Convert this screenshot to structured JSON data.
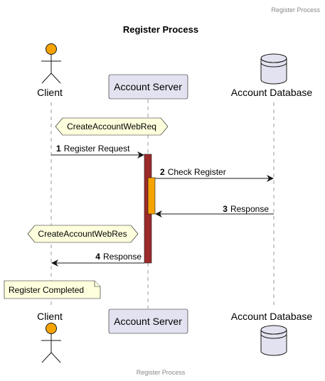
{
  "header": "Register Process",
  "footer": "Register Process",
  "title": "Register Process",
  "participants": {
    "client": {
      "label": "Client"
    },
    "server": {
      "label": "Account Server"
    },
    "database": {
      "label": "Account Database"
    }
  },
  "messages": [
    {
      "number": "1",
      "label": "Register Request"
    },
    {
      "number": "2",
      "label": "Check Register"
    },
    {
      "number": "3",
      "label": "Response"
    },
    {
      "number": "4",
      "label": "Response"
    }
  ],
  "hexagons": [
    {
      "label": "CreateAccountWebReq"
    },
    {
      "label": "CreateAccountWebRes"
    }
  ],
  "note": {
    "label": "Register Completed"
  },
  "colors": {
    "actor": "#F5A300",
    "participant_fill": "#E2E2F0",
    "participant_border": "#181818",
    "activation_outer": "#9B2A2A",
    "activation_inner": "#F5A300",
    "note_fill": "#FEFFDD",
    "lifeline": "#9a9a9a",
    "caption": "#888888"
  }
}
